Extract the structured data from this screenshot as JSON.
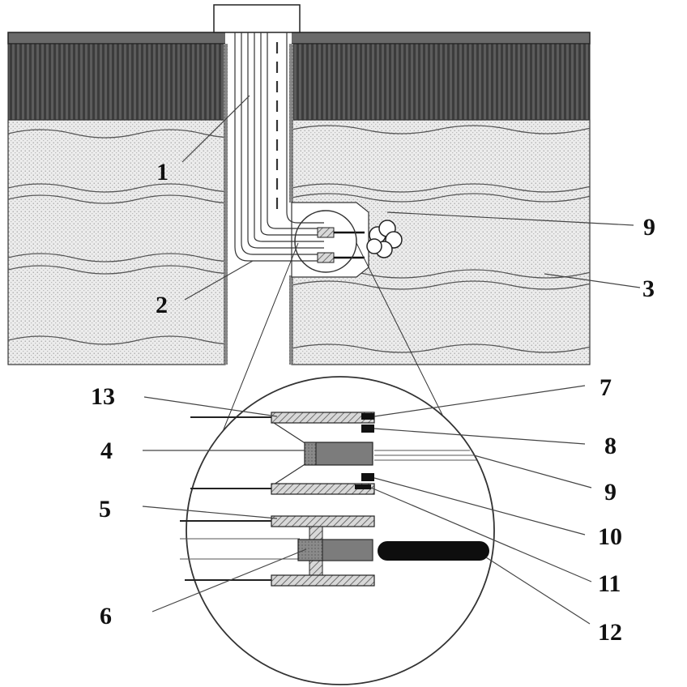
{
  "labels": {
    "l1": "1",
    "l2": "2",
    "l3": "3",
    "l9_top": "9",
    "l13": "13",
    "l4": "4",
    "l5": "5",
    "l6": "6",
    "l7": "7",
    "l8": "8",
    "l9_detail": "9",
    "l10": "10",
    "l11": "11",
    "l12": "12"
  },
  "colors": {
    "ground_surface": "#707070",
    "overburden": "#5a5a5a",
    "sand_layer": "#e6e6e6",
    "wellbore_fill": "#ffffff",
    "dark_part": "#1a1a1a",
    "hatched_part": "#c8c8c8",
    "core_part": "#8a8a8a",
    "line": "#222222"
  }
}
